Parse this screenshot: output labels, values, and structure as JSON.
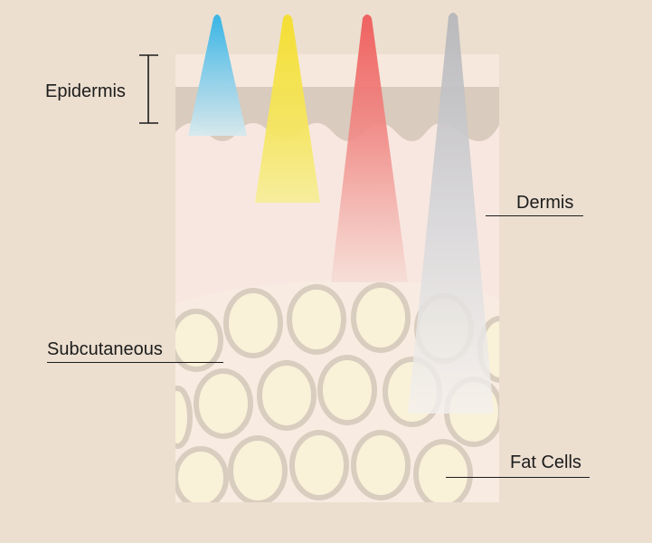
{
  "labels": {
    "epidermis": "Epidermis",
    "dermis": "Dermis",
    "subcutaneous": "Subcutaneous",
    "fat_cells": "Fat Cells"
  },
  "colors": {
    "background": "#ecdfd0",
    "skin_surface": "#f6e8dd",
    "epidermis_band": "#d9cbbd",
    "dermis": "#f8e7e0",
    "subcutaneous": "#f8ebe2",
    "fat_cell_fill": "#f9f1d8",
    "fat_cell_border": "#d9cdbf",
    "beam_blue": "#2fb3e6",
    "beam_yellow": "#f4e03a",
    "beam_red": "#ef5c5c",
    "beam_gray": "#b8b8bc",
    "text": "#1c1c1c"
  }
}
